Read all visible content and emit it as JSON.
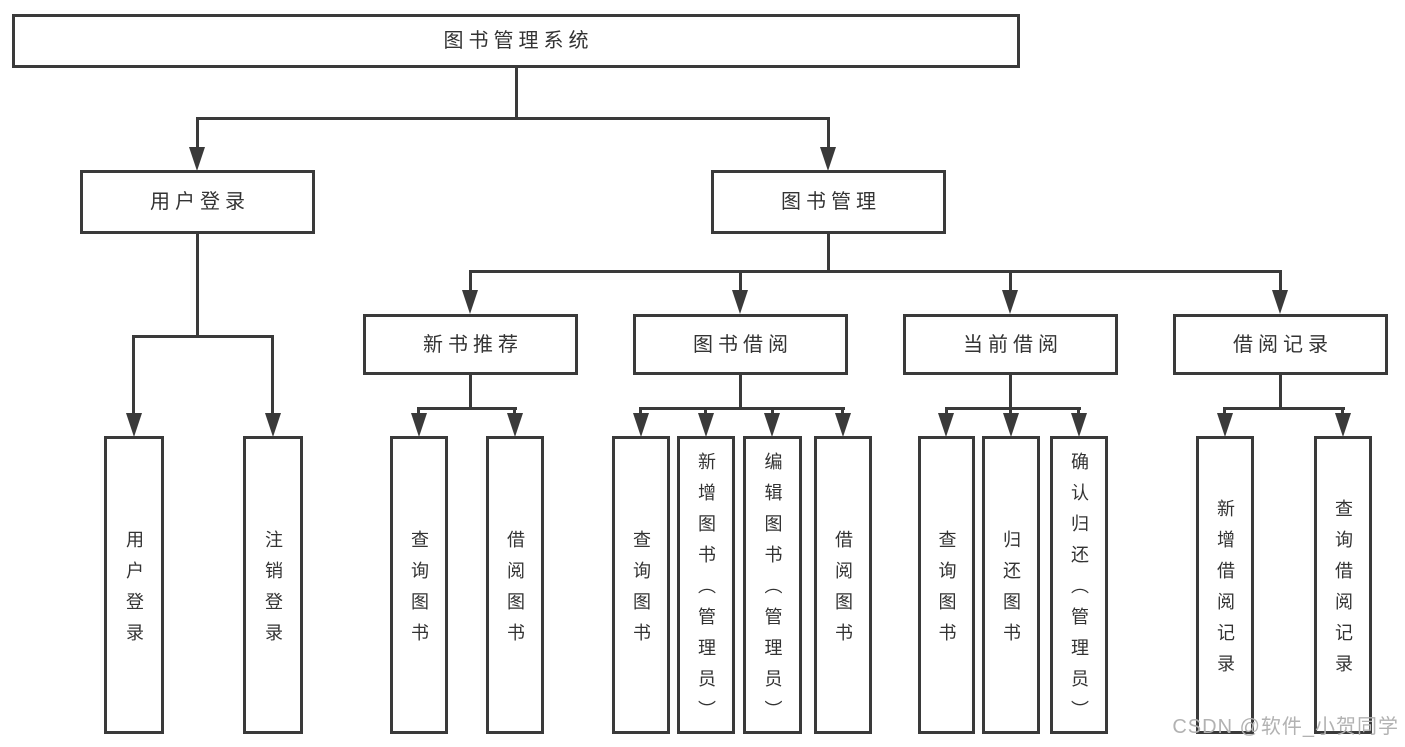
{
  "colors": {
    "line": "#3a3a3a",
    "text": "#333333",
    "watermark": "#b2b2b2",
    "bg": "#ffffff"
  },
  "nodes": {
    "root": {
      "label": "图书管理系统"
    },
    "level2": [
      {
        "label": "用户登录"
      },
      {
        "label": "图书管理"
      }
    ],
    "level3": [
      {
        "label": "新书推荐"
      },
      {
        "label": "图书借阅"
      },
      {
        "label": "当前借阅"
      },
      {
        "label": "借阅记录"
      }
    ],
    "leaves": [
      {
        "label": "用户登录"
      },
      {
        "label": "注销登录"
      },
      {
        "label": "查询图书"
      },
      {
        "label": "借阅图书"
      },
      {
        "label": "查询图书"
      },
      {
        "label": "新增图书（管理员）"
      },
      {
        "label": "编辑图书（管理员）"
      },
      {
        "label": "借阅图书"
      },
      {
        "label": "查询图书"
      },
      {
        "label": "归还图书"
      },
      {
        "label": "确认归还（管理员）"
      },
      {
        "label": "新增借阅记录"
      },
      {
        "label": "查询借阅记录"
      }
    ]
  },
  "watermark": {
    "text": "CSDN @软件_小贺同学"
  }
}
